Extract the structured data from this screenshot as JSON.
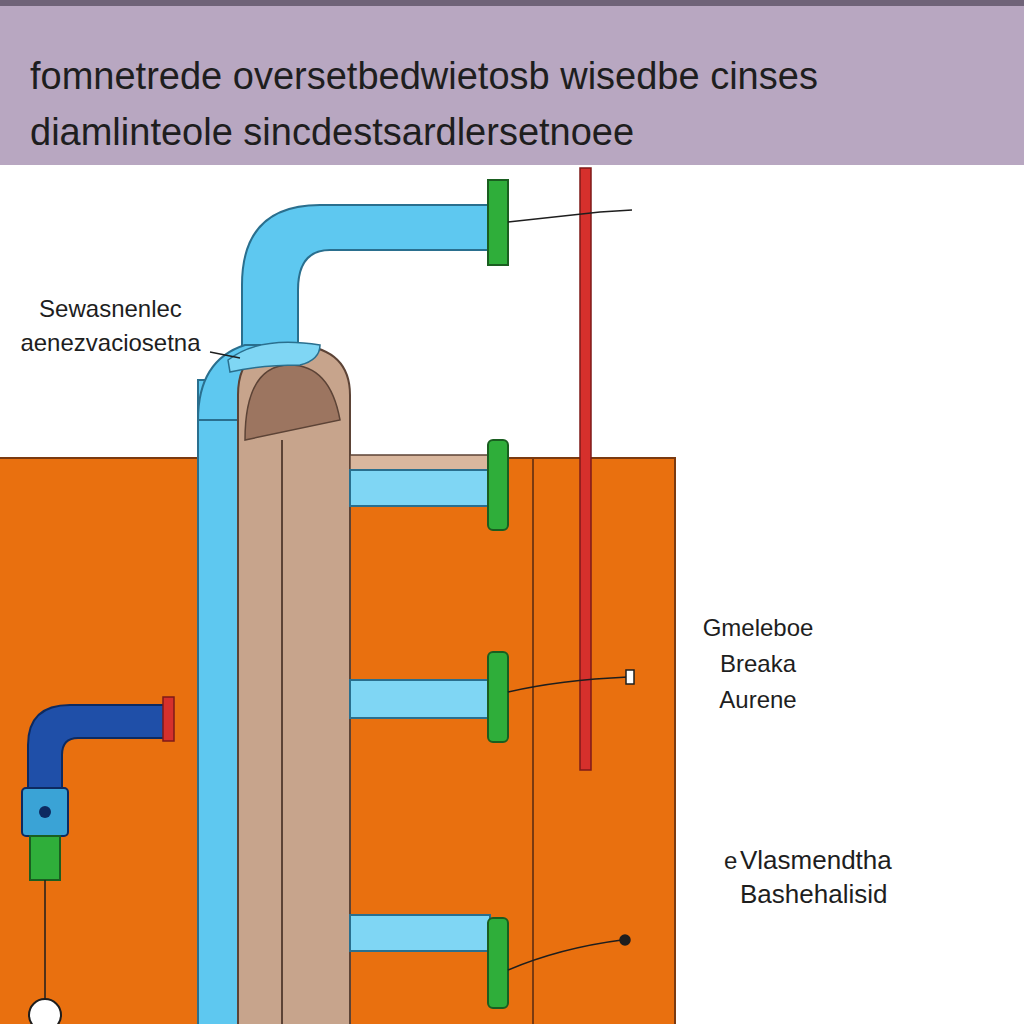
{
  "diagram": {
    "title": "fomnetrede oversetbedwietosb wisedbe cinses diamlinteole sincdestsardlersetnoee",
    "labels": [
      "Sewasnenlec aenezvaciosetna",
      "Gmeleboe Breaka Aurene",
      "e",
      "Vlasmendtha Bashehalisid"
    ]
  }
}
